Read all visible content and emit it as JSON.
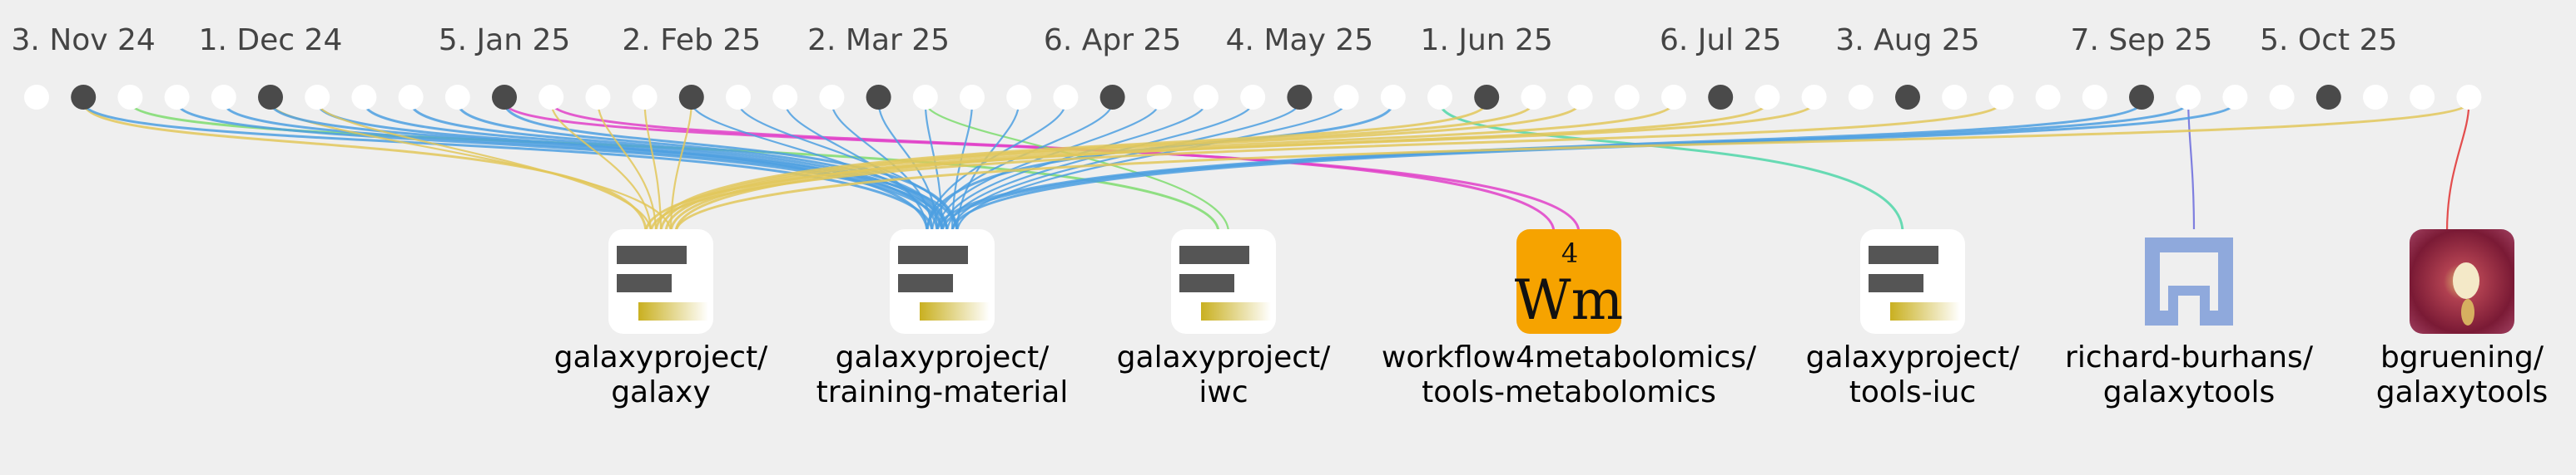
{
  "timeline": {
    "labels": [
      {
        "text": "3. Nov 24",
        "week": 1
      },
      {
        "text": "1. Dec 24",
        "week": 5
      },
      {
        "text": "5. Jan 25",
        "week": 10
      },
      {
        "text": "2. Feb 25",
        "week": 14
      },
      {
        "text": "2. Mar 25",
        "week": 18
      },
      {
        "text": "6. Apr 25",
        "week": 23
      },
      {
        "text": "4. May 25",
        "week": 27
      },
      {
        "text": "1. Jun 25",
        "week": 31
      },
      {
        "text": "6. Jul 25",
        "week": 36
      },
      {
        "text": "3. Aug 25",
        "week": 40
      },
      {
        "text": "7. Sep 25",
        "week": 45
      },
      {
        "text": "5. Oct 25",
        "week": 49
      }
    ],
    "week_count": 53,
    "active_weeks": [
      1,
      5,
      10,
      14,
      18,
      23,
      27,
      31,
      36,
      40,
      45,
      49
    ]
  },
  "repos": [
    {
      "owner": "galaxyproject/",
      "name": "galaxy",
      "icon": "bars-icon",
      "color": "#e2c75a"
    },
    {
      "owner": "galaxyproject/",
      "name": "training-material",
      "icon": "bars-icon",
      "color": "#4c9fe0"
    },
    {
      "owner": "galaxyproject/",
      "name": "iwc",
      "icon": "bars-icon",
      "color": "#7edc6e"
    },
    {
      "owner": "workflow4metabolomics/",
      "name": "tools-metabolomics",
      "icon": "wm-logo-icon",
      "color": "#e040c8"
    },
    {
      "owner": "galaxyproject/",
      "name": "tools-iuc",
      "icon": "bars-icon",
      "color": "#4fd6a8"
    },
    {
      "owner": "richard-burhans/",
      "name": "galaxytools",
      "icon": "square-logo-icon",
      "color": "#6b6bdc"
    },
    {
      "owner": "bgruening/",
      "name": "galaxytools",
      "icon": "flower-avatar-icon",
      "color": "#e03030"
    }
  ],
  "links": [
    {
      "week": 1,
      "repo": 0
    },
    {
      "week": 1,
      "repo": 1
    },
    {
      "week": 2,
      "repo": 2
    },
    {
      "week": 3,
      "repo": 1
    },
    {
      "week": 4,
      "repo": 1
    },
    {
      "week": 5,
      "repo": 0
    },
    {
      "week": 5,
      "repo": 1
    },
    {
      "week": 6,
      "repo": 1
    },
    {
      "week": 6,
      "repo": 0
    },
    {
      "week": 7,
      "repo": 1
    },
    {
      "week": 8,
      "repo": 1
    },
    {
      "week": 9,
      "repo": 1
    },
    {
      "week": 10,
      "repo": 3
    },
    {
      "week": 10,
      "repo": 1
    },
    {
      "week": 11,
      "repo": 3
    },
    {
      "week": 11,
      "repo": 0
    },
    {
      "week": 12,
      "repo": 0
    },
    {
      "week": 13,
      "repo": 0
    },
    {
      "week": 14,
      "repo": 1
    },
    {
      "week": 14,
      "repo": 0
    },
    {
      "week": 15,
      "repo": 1
    },
    {
      "week": 16,
      "repo": 1
    },
    {
      "week": 17,
      "repo": 1
    },
    {
      "week": 18,
      "repo": 1
    },
    {
      "week": 19,
      "repo": 1
    },
    {
      "week": 19,
      "repo": 2
    },
    {
      "week": 20,
      "repo": 1
    },
    {
      "week": 21,
      "repo": 1
    },
    {
      "week": 22,
      "repo": 1
    },
    {
      "week": 23,
      "repo": 1
    },
    {
      "week": 24,
      "repo": 1
    },
    {
      "week": 25,
      "repo": 1
    },
    {
      "week": 26,
      "repo": 1
    },
    {
      "week": 27,
      "repo": 1
    },
    {
      "week": 28,
      "repo": 1
    },
    {
      "week": 29,
      "repo": 1
    },
    {
      "week": 30,
      "repo": 4
    },
    {
      "week": 31,
      "repo": 0
    },
    {
      "week": 32,
      "repo": 0
    },
    {
      "week": 33,
      "repo": 0
    },
    {
      "week": 35,
      "repo": 0
    },
    {
      "week": 37,
      "repo": 0
    },
    {
      "week": 38,
      "repo": 0
    },
    {
      "week": 42,
      "repo": 0
    },
    {
      "week": 45,
      "repo": 1
    },
    {
      "week": 46,
      "repo": 1
    },
    {
      "week": 46,
      "repo": 5
    },
    {
      "week": 47,
      "repo": 1
    },
    {
      "week": 52,
      "repo": 0
    },
    {
      "week": 52,
      "repo": 6
    }
  ]
}
